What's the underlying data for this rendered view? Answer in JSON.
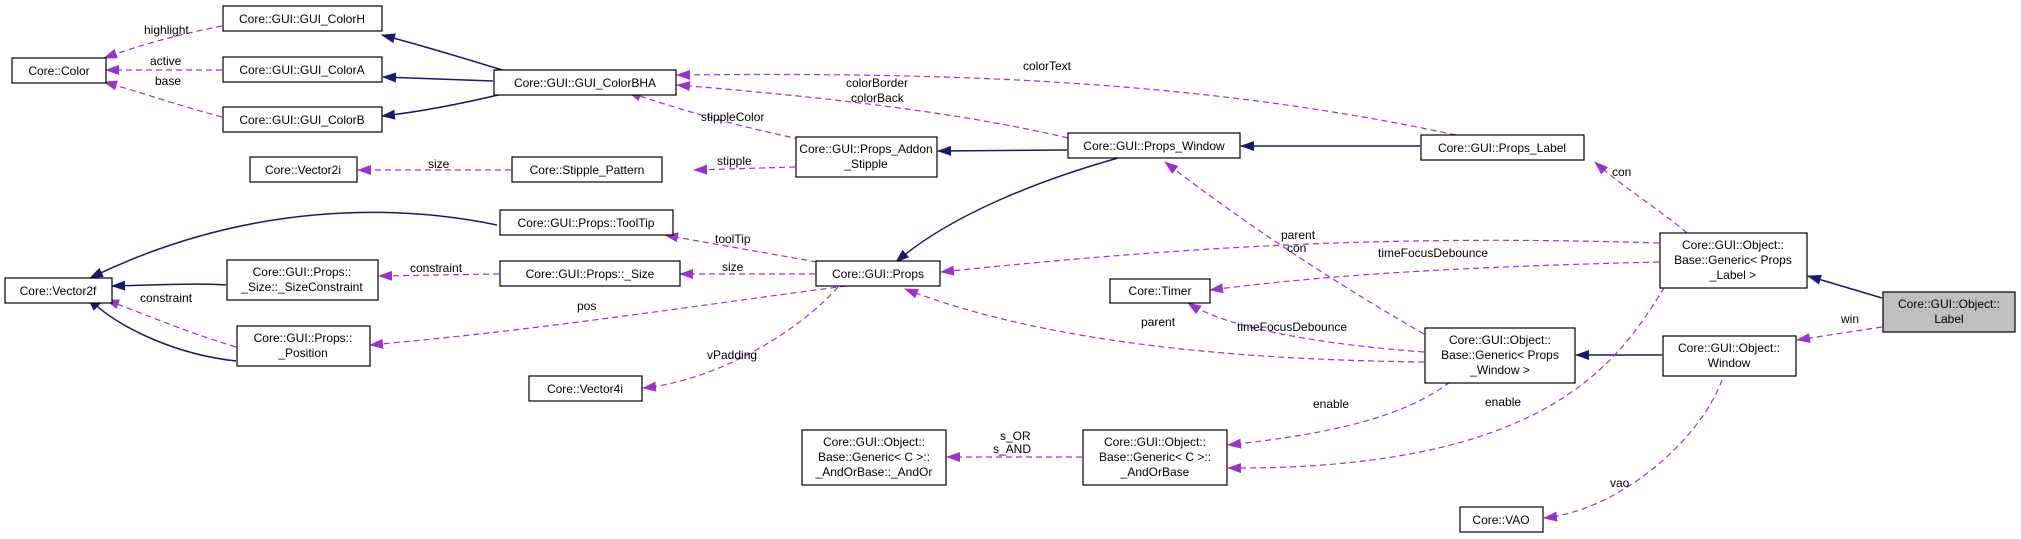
{
  "nodes": {
    "color": [
      "Core::Color"
    ],
    "colorH": [
      "Core::GUI::GUI_ColorH"
    ],
    "colorA": [
      "Core::GUI::GUI_ColorA"
    ],
    "colorB": [
      "Core::GUI::GUI_ColorB"
    ],
    "colorBHA": [
      "Core::GUI::GUI_ColorBHA"
    ],
    "vector2i": [
      "Core::Vector2i"
    ],
    "stipplePattern": [
      "Core::Stipple_Pattern"
    ],
    "propsAddonStipple": [
      "Core::GUI::Props_Addon",
      "_Stipple"
    ],
    "propsWindow": [
      "Core::GUI::Props_Window"
    ],
    "propsLabel": [
      "Core::GUI::Props_Label"
    ],
    "toolTip": [
      "Core::GUI::Props::ToolTip"
    ],
    "vector2f": [
      "Core::Vector2f"
    ],
    "sizeConstraint": [
      "Core::GUI::Props::",
      "_Size::_SizeConstraint"
    ],
    "propsSize": [
      "Core::GUI::Props::_Size"
    ],
    "props": [
      "Core::GUI::Props"
    ],
    "position": [
      "Core::GUI::Props::",
      "_Position"
    ],
    "vector4i": [
      "Core::Vector4i"
    ],
    "timer": [
      "Core::Timer"
    ],
    "genericLabel": [
      "Core::GUI::Object::",
      "Base::Generic< Props",
      "_Label >"
    ],
    "genericWindow": [
      "Core::GUI::Object::",
      "Base::Generic< Props",
      "_Window >"
    ],
    "objectWindow": [
      "Core::GUI::Object::",
      "Window"
    ],
    "objectLabel": [
      "Core::GUI::Object::",
      "Label"
    ],
    "andOr": [
      "Core::GUI::Object::",
      "Base::Generic< C >::",
      "_AndOrBase::_AndOr"
    ],
    "andOrBase": [
      "Core::GUI::Object::",
      "Base::Generic< C >::",
      "_AndOrBase"
    ],
    "vao": [
      "Core::VAO"
    ]
  },
  "edge_labels": {
    "highlight": "highlight",
    "active": "active",
    "base": "base",
    "colorText": "colorText",
    "colorBorder": "colorBorder",
    "colorBack": "colorBack",
    "stippleColor": "stippleColor",
    "size1": "size",
    "stipple": "stipple",
    "con1": "con",
    "toolTip": "toolTip",
    "parent1": "parent",
    "con2": "con",
    "timeFocusDebounce1": "timeFocusDebounce",
    "constraint1": "constraint",
    "size2": "size",
    "constraint2": "constraint",
    "pos": "pos",
    "vPadding": "vPadding",
    "parent2": "parent",
    "timeFocusDebounce2": "timeFocusDebounce",
    "win": "win",
    "sOr": "s_OR",
    "sAnd": "s_AND",
    "enable1": "enable",
    "enable2": "enable",
    "vao": "vao"
  },
  "colors": {
    "inheritance": "#191970",
    "usage": "#9a32cd",
    "current_node_fill": "#bfbfbf"
  }
}
